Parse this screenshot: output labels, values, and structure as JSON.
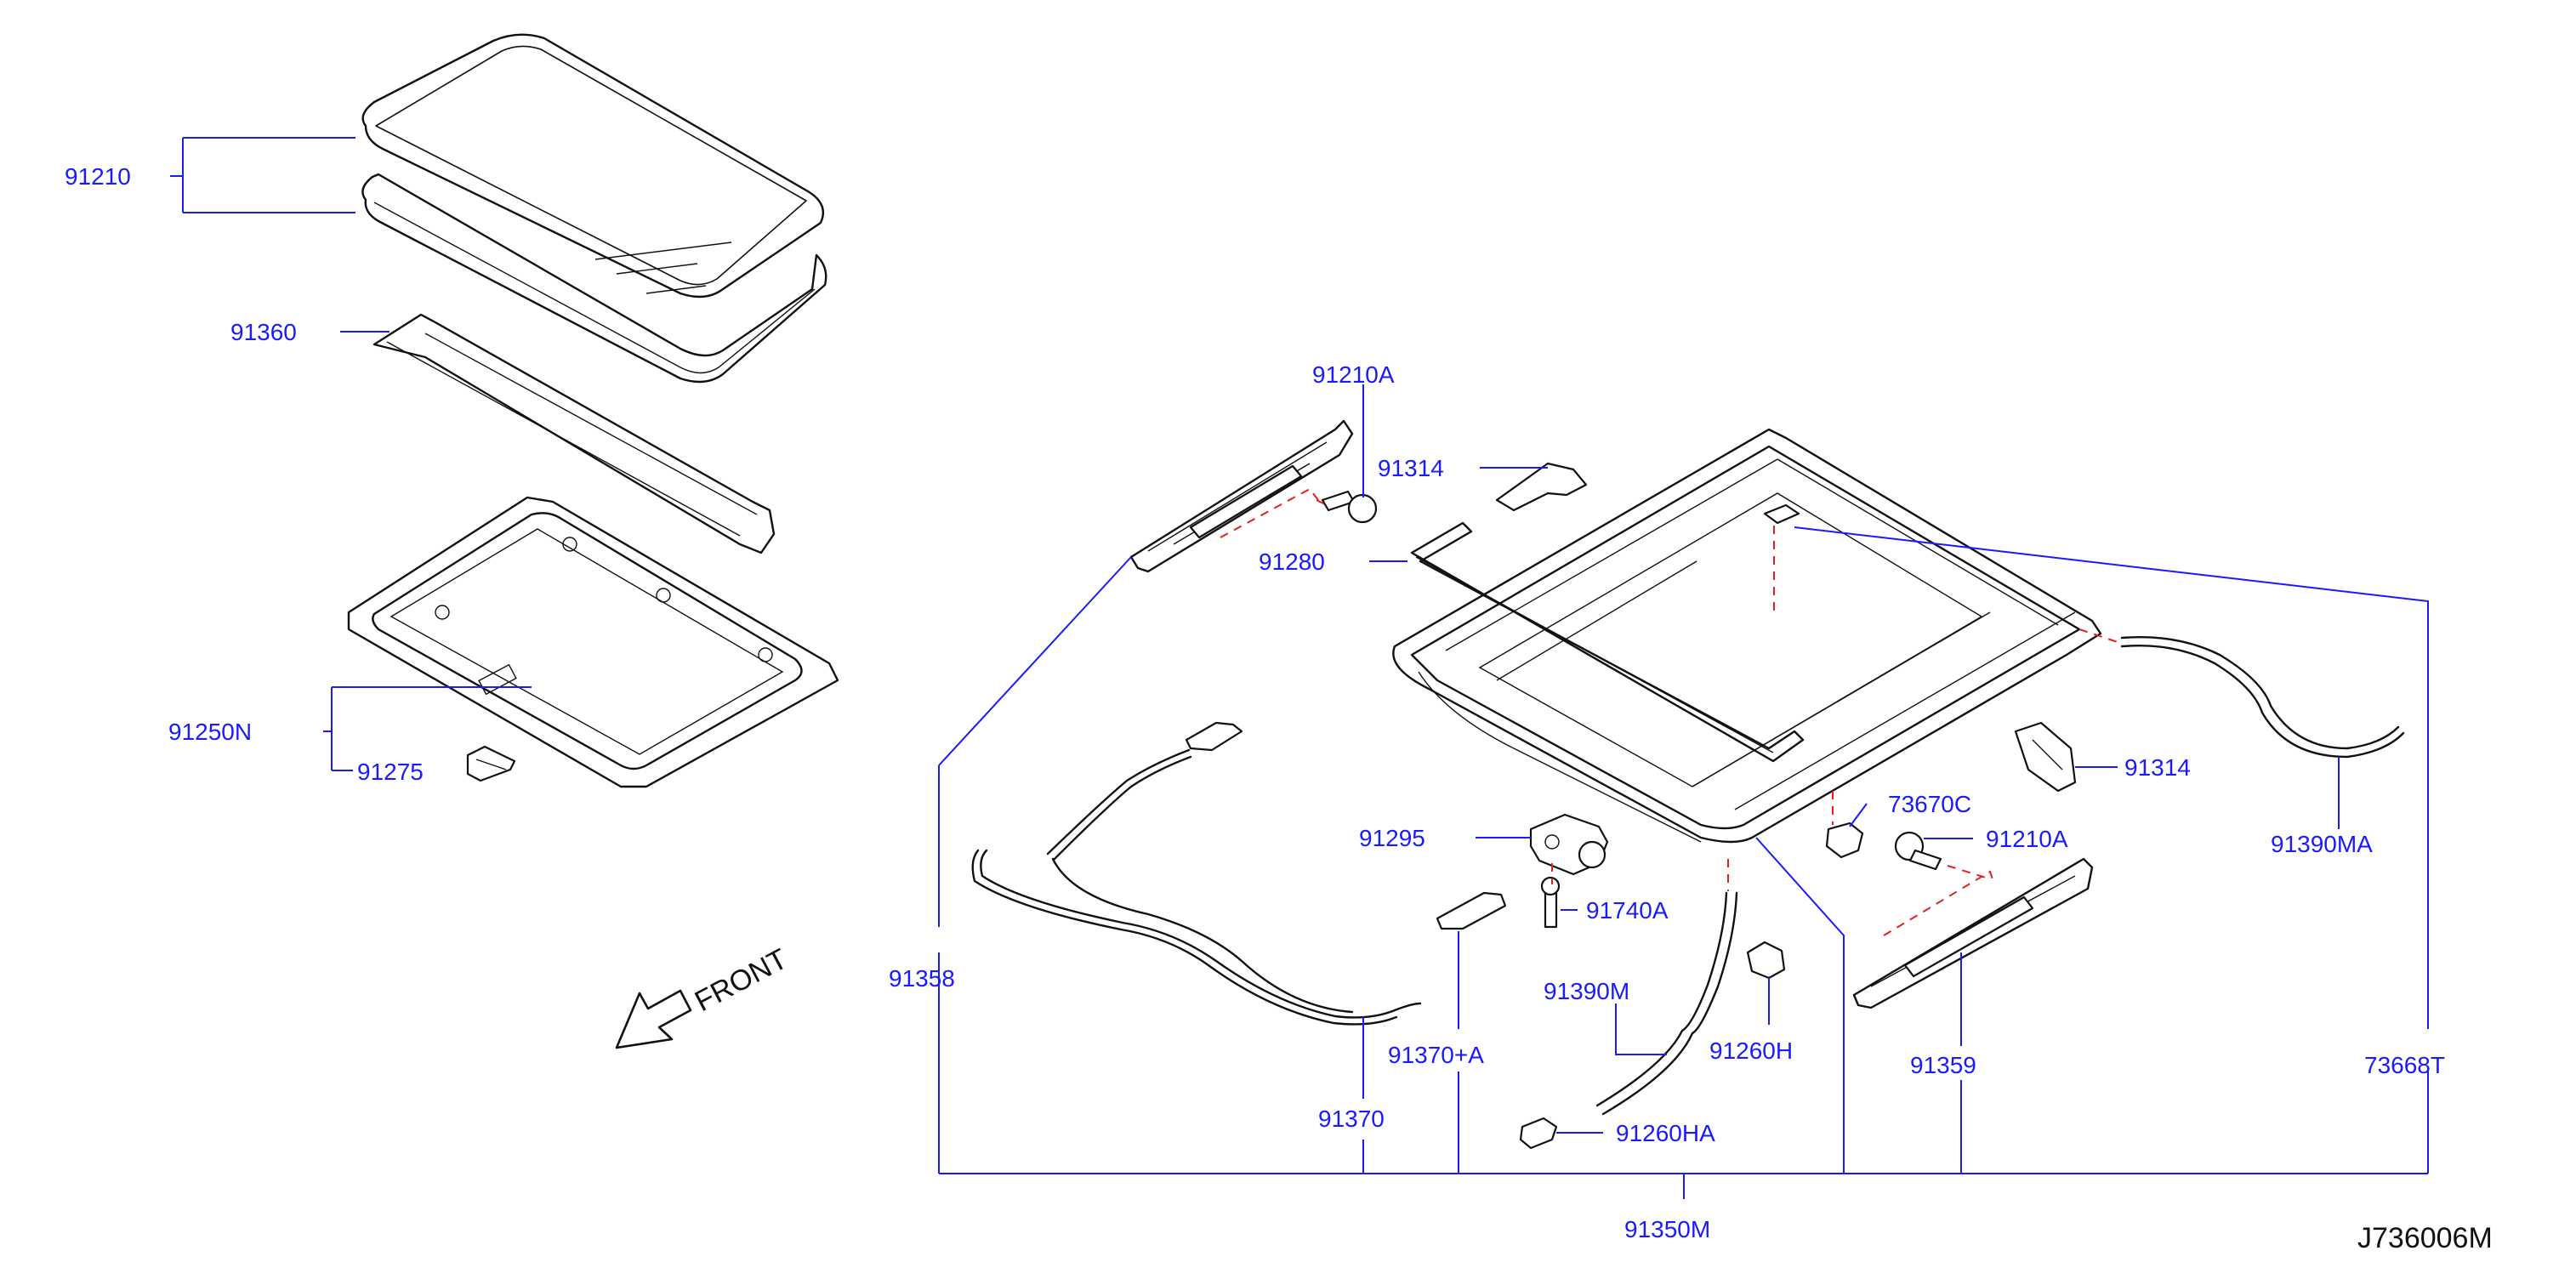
{
  "diagram": {
    "code": "J736006M",
    "front_label": "FRONT",
    "labels": {
      "p91210": "91210",
      "p91360": "91360",
      "p91250N": "91250N",
      "p91275": "91275",
      "p91210A_top": "91210A",
      "p91314_top": "91314",
      "p91280": "91280",
      "p91295": "91295",
      "p91740A": "91740A",
      "p91390M": "91390M",
      "p91260H": "91260H",
      "p91260HA": "91260HA",
      "p91358": "91358",
      "p91370A": "91370+A",
      "p91370": "91370",
      "p91350M": "91350M",
      "p73670C": "73670C",
      "p91210A_right": "91210A",
      "p91314_right": "91314",
      "p91390MA": "91390MA",
      "p91359": "91359",
      "p73668T": "73668T"
    }
  }
}
